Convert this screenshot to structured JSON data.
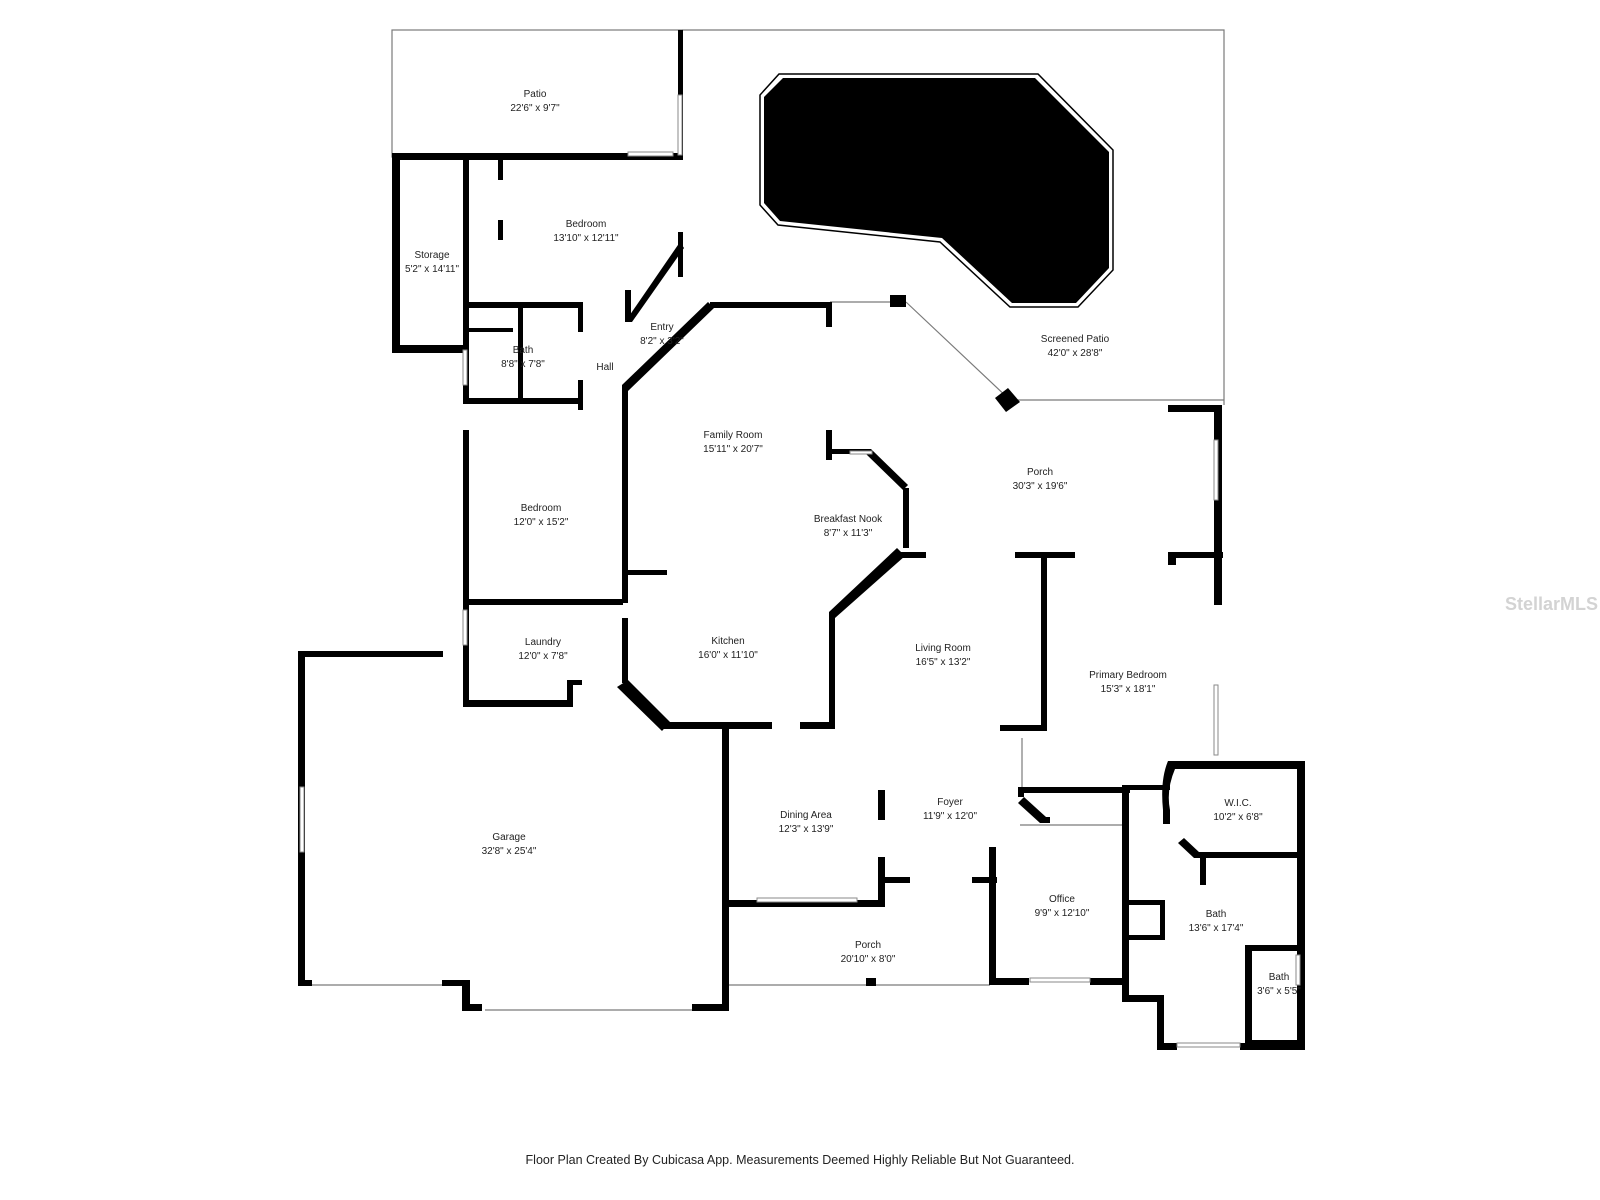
{
  "rooms": [
    {
      "id": "patio",
      "name": "Patio",
      "dims": "22'6\" x 9'7\""
    },
    {
      "id": "screened-patio",
      "name": "Screened Patio",
      "dims": "42'0\" x 28'8\""
    },
    {
      "id": "storage",
      "name": "Storage",
      "dims": "5'2\" x 14'11\""
    },
    {
      "id": "bedroom-north",
      "name": "Bedroom",
      "dims": "13'10\" x 12'11\""
    },
    {
      "id": "entry",
      "name": "Entry",
      "dims": "8'2\" x 3'2\""
    },
    {
      "id": "bath-hall",
      "name": "Bath",
      "dims": "8'8\" x 7'8\""
    },
    {
      "id": "hall",
      "name": "Hall",
      "dims": ""
    },
    {
      "id": "family-room",
      "name": "Family Room",
      "dims": "15'11\" x 20'7\""
    },
    {
      "id": "porch-rear",
      "name": "Porch",
      "dims": "30'3\" x 19'6\""
    },
    {
      "id": "breakfast-nook",
      "name": "Breakfast Nook",
      "dims": "8'7\" x 11'3\""
    },
    {
      "id": "bedroom-west",
      "name": "Bedroom",
      "dims": "12'0\" x 15'2\""
    },
    {
      "id": "laundry",
      "name": "Laundry",
      "dims": "12'0\" x 7'8\""
    },
    {
      "id": "kitchen",
      "name": "Kitchen",
      "dims": "16'0\" x 11'10\""
    },
    {
      "id": "living-room",
      "name": "Living Room",
      "dims": "16'5\" x 13'2\""
    },
    {
      "id": "primary-bedroom",
      "name": "Primary Bedroom",
      "dims": "15'3\" x 18'1\""
    },
    {
      "id": "garage",
      "name": "Garage",
      "dims": "32'8\" x 25'4\""
    },
    {
      "id": "dining-area",
      "name": "Dining Area",
      "dims": "12'3\" x 13'9\""
    },
    {
      "id": "foyer",
      "name": "Foyer",
      "dims": "11'9\" x 12'0\""
    },
    {
      "id": "wic",
      "name": "W.I.C.",
      "dims": "10'2\" x 6'8\""
    },
    {
      "id": "office",
      "name": "Office",
      "dims": "9'9\" x 12'10\""
    },
    {
      "id": "bath-primary",
      "name": "Bath",
      "dims": "13'6\" x 17'4\""
    },
    {
      "id": "porch-front",
      "name": "Porch",
      "dims": "20'10\" x 8'0\""
    },
    {
      "id": "bath-small",
      "name": "Bath",
      "dims": "3'6\" x 5'5\""
    }
  ],
  "watermark": "StellarMLS",
  "footer": "Floor Plan Created By Cubicasa App. Measurements Deemed Highly Reliable But Not Guaranteed.",
  "colors": {
    "wall": "#000000",
    "pool": "#000000",
    "background": "#ffffff"
  }
}
